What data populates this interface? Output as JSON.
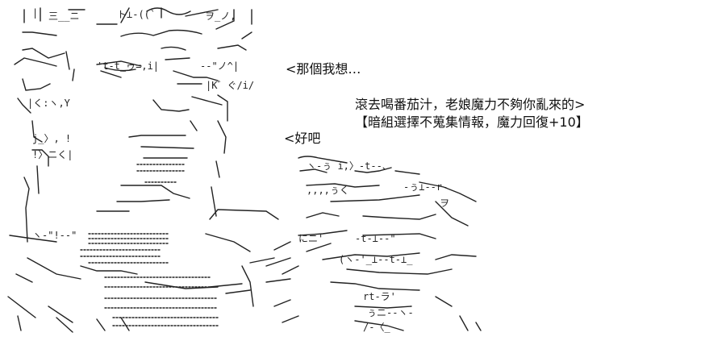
{
  "dialogue": {
    "line1": "<那個我想…",
    "line2": "滾去喝番茄汁，老娘魔力不夠你亂來的>",
    "line3": "【暗組選擇不蒐集情報，魔力回復+10】",
    "line4": "<好吧"
  },
  "colors": {
    "background": "#ffffff",
    "ink": "#111111"
  },
  "illustration": {
    "kind": "ascii-art",
    "subject": "character with a hand reaching toward the viewer"
  }
}
